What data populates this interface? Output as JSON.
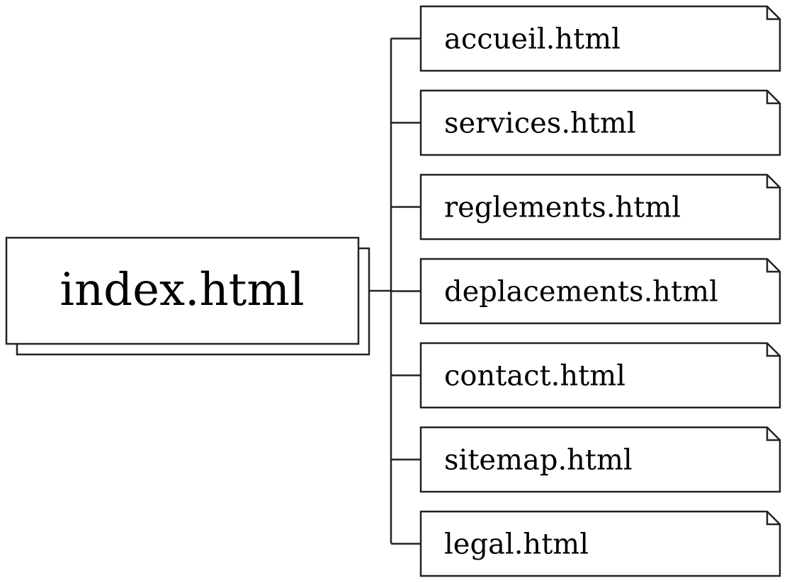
{
  "root": {
    "label": "index.html"
  },
  "pages": [
    {
      "label": "accueil.html"
    },
    {
      "label": "services.html"
    },
    {
      "label": "reglements.html"
    },
    {
      "label": "deplacements.html"
    },
    {
      "label": "contact.html"
    },
    {
      "label": "sitemap.html"
    },
    {
      "label": "legal.html"
    }
  ],
  "colors": {
    "stroke": "#222222",
    "fill": "#ffffff",
    "text": "#000000"
  }
}
